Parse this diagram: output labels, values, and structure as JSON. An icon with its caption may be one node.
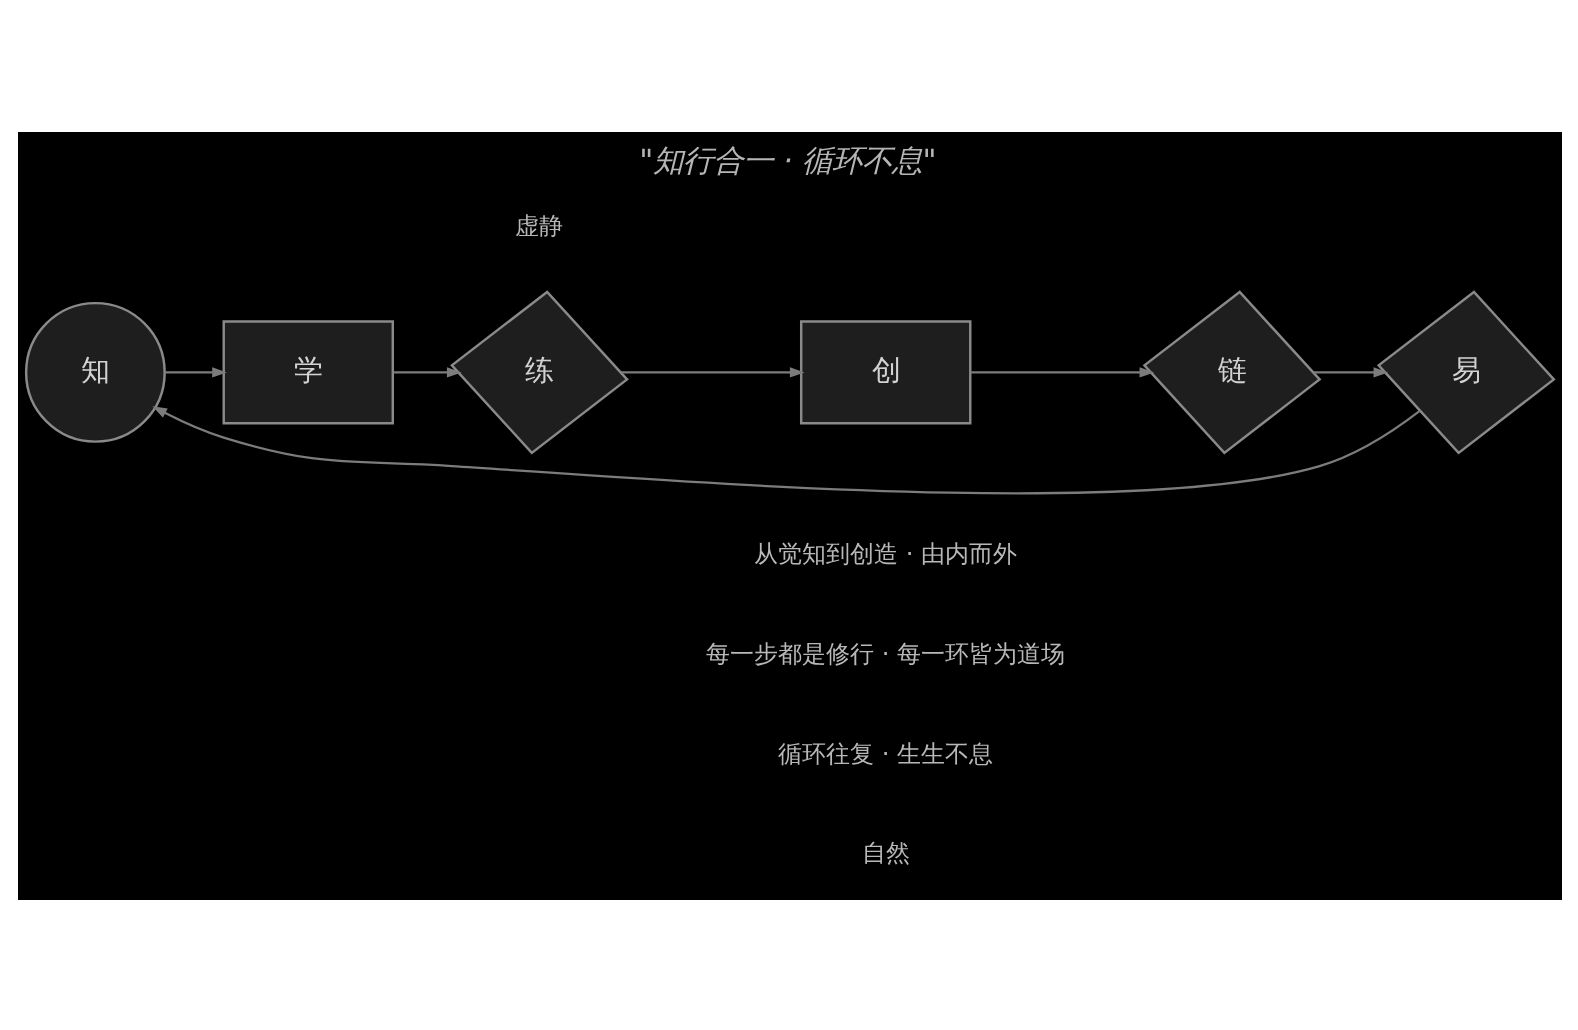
{
  "diagram": {
    "title": "\"知行合一 · 循环不息\"",
    "nodes": [
      {
        "text": [
          "知"
        ]
      },
      {
        "text": [
          "学"
        ]
      },
      {
        "text": [
          "练"
        ]
      },
      {
        "text": [
          "创"
        ]
      },
      {
        "text": [
          "链"
        ]
      },
      {
        "text": [
          "易"
        ]
      }
    ],
    "edges": [
      {
        "from": 0,
        "to": 1,
        "arrow": "to"
      },
      {
        "from": 1,
        "to": 2,
        "arrow": "to"
      },
      {
        "from": 2,
        "to": 3,
        "arrow": "to"
      },
      {
        "from": 3,
        "to": 4,
        "arrow": "to"
      },
      {
        "from": 4,
        "to": 5,
        "arrow": "to"
      },
      {
        "from": 5,
        "to": 0,
        "arrow": "to"
      }
    ],
    "labels": [
      "虚静",
      "从觉知到创造 · 由内而外",
      "每一步都是修行 · 每一环皆为道场",
      "循环往复 · 生生不息",
      "自然"
    ]
  }
}
